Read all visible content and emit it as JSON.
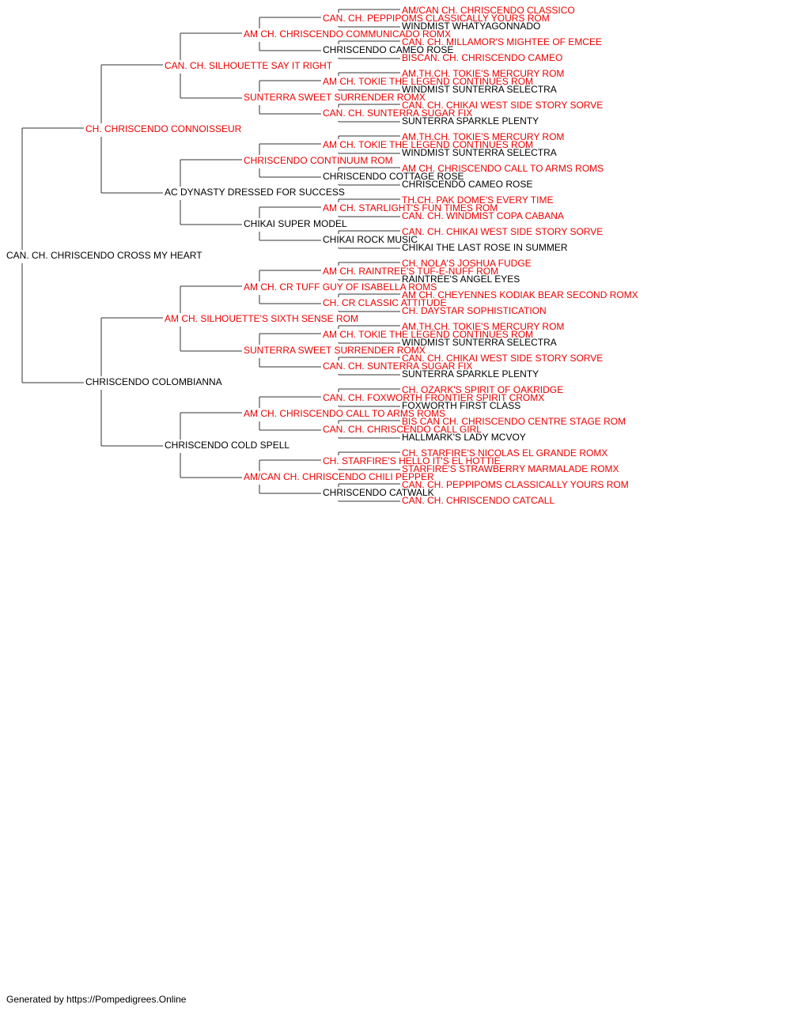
{
  "colors": {
    "titled": "#ee0000",
    "untitled": "#000000",
    "lines": "#333333"
  },
  "footer": "Generated by https://Pompedigrees.Online",
  "tree": {
    "name": "CAN. CH. CHRISCENDO CROSS MY HEART",
    "titled": false,
    "sire": {
      "name": "CH. CHRISCENDO CONNOISSEUR",
      "titled": true,
      "sire": {
        "name": "CAN. CH. SILHOUETTE SAY IT RIGHT",
        "titled": true,
        "sire": {
          "name": "AM CH. CHRISCENDO COMMUNICADO ROMX",
          "titled": true,
          "sire": {
            "name": "CAN. CH. PEPPIPOMS CLASSICALLY YOURS ROM",
            "titled": true,
            "sire": {
              "name": "AM/CAN CH. CHRISCENDO CLASSICO",
              "titled": true
            },
            "dam": {
              "name": "WINDMIST WHATYAGONNADO",
              "titled": false
            }
          },
          "dam": {
            "name": "CHRISCENDO CAMEO ROSE",
            "titled": false,
            "sire": {
              "name": "CAN. CH. MILLAMOR'S MIGHTEE OF EMCEE",
              "titled": true
            },
            "dam": {
              "name": "BISCAN. CH. CHRISCENDO CAMEO",
              "titled": true
            }
          }
        },
        "dam": {
          "name": "SUNTERRA SWEET SURRENDER ROMX",
          "titled": true,
          "sire": {
            "name": "AM CH. TOKIE THE LEGEND CONTINUES ROM",
            "titled": true,
            "sire": {
              "name": "AM.TH.CH. TOKIE'S MERCURY ROM",
              "titled": true
            },
            "dam": {
              "name": "WINDMIST SUNTERRA SELECTRA",
              "titled": false
            }
          },
          "dam": {
            "name": "CAN. CH. SUNTERRA SUGAR FIX",
            "titled": true,
            "sire": {
              "name": "CAN. CH. CHIKAI WEST SIDE STORY SORVE",
              "titled": true
            },
            "dam": {
              "name": "SUNTERRA SPARKLE PLENTY",
              "titled": false
            }
          }
        }
      },
      "dam": {
        "name": "AC DYNASTY DRESSED FOR SUCCESS",
        "titled": false,
        "sire": {
          "name": "CHRISCENDO CONTINUUM ROM",
          "titled": true,
          "sire": {
            "name": "AM CH. TOKIE THE LEGEND CONTINUES ROM",
            "titled": true,
            "sire": {
              "name": "AM.TH.CH. TOKIE'S MERCURY ROM",
              "titled": true
            },
            "dam": {
              "name": "WINDMIST SUNTERRA SELECTRA",
              "titled": false
            }
          },
          "dam": {
            "name": "CHRISCENDO COTTAGE ROSE",
            "titled": false,
            "sire": {
              "name": "AM CH. CHRISCENDO CALL TO ARMS ROMS",
              "titled": true
            },
            "dam": {
              "name": "CHRISCENDO CAMEO ROSE",
              "titled": false
            }
          }
        },
        "dam": {
          "name": "CHIKAI SUPER MODEL",
          "titled": false,
          "sire": {
            "name": "AM CH. STARLIGHT'S FUN TIMES ROM",
            "titled": true,
            "sire": {
              "name": "TH.CH. PAK DOME'S EVERY TIME",
              "titled": true
            },
            "dam": {
              "name": "CAN. CH. WINDMIST COPA CABANA",
              "titled": true
            }
          },
          "dam": {
            "name": "CHIKAI ROCK MUSIC",
            "titled": false,
            "sire": {
              "name": "CAN. CH. CHIKAI WEST SIDE STORY SORVE",
              "titled": true
            },
            "dam": {
              "name": "CHIKAI THE LAST ROSE IN SUMMER",
              "titled": false
            }
          }
        }
      }
    },
    "dam": {
      "name": "CHRISCENDO COLOMBIANNA",
      "titled": false,
      "sire": {
        "name": "AM CH. SILHOUETTE'S SIXTH SENSE ROM",
        "titled": true,
        "sire": {
          "name": "AM CH. CR TUFF GUY OF ISABELLA ROMS",
          "titled": true,
          "sire": {
            "name": "AM CH. RAINTREE'S TUF-E-NUFF ROM",
            "titled": true,
            "sire": {
              "name": "CH. NOLA'S JOSHUA FUDGE",
              "titled": true
            },
            "dam": {
              "name": "RAINTREE'S ANGEL EYES",
              "titled": false
            }
          },
          "dam": {
            "name": "CH. CR CLASSIC ATTITUDE",
            "titled": true,
            "sire": {
              "name": "AM CH. CHEYENNES KODIAK BEAR SECOND ROMX",
              "titled": true
            },
            "dam": {
              "name": "CH. DAYSTAR SOPHISTICATION",
              "titled": true
            }
          }
        },
        "dam": {
          "name": "SUNTERRA SWEET SURRENDER ROMX",
          "titled": true,
          "sire": {
            "name": "AM CH. TOKIE THE LEGEND CONTINUES ROM",
            "titled": true,
            "sire": {
              "name": "AM.TH.CH. TOKIE'S MERCURY ROM",
              "titled": true
            },
            "dam": {
              "name": "WINDMIST SUNTERRA SELECTRA",
              "titled": false
            }
          },
          "dam": {
            "name": "CAN. CH. SUNTERRA SUGAR FIX",
            "titled": true,
            "sire": {
              "name": "CAN. CH. CHIKAI WEST SIDE STORY SORVE",
              "titled": true
            },
            "dam": {
              "name": "SUNTERRA SPARKLE PLENTY",
              "titled": false
            }
          }
        }
      },
      "dam": {
        "name": "CHRISCENDO COLD SPELL",
        "titled": false,
        "sire": {
          "name": "AM CH. CHRISCENDO CALL TO ARMS ROMS",
          "titled": true,
          "sire": {
            "name": "CAN. CH. FOXWORTH FRONTIER SPIRIT CROMX",
            "titled": true,
            "sire": {
              "name": "CH. OZARK'S SPIRIT OF OAKRIDGE",
              "titled": true
            },
            "dam": {
              "name": "FOXWORTH FIRST CLASS",
              "titled": false
            }
          },
          "dam": {
            "name": "CAN. CH. CHRISCENDO CALL GIRL",
            "titled": true,
            "sire": {
              "name": "BIS CAN CH. CHRISCENDO CENTRE STAGE ROM",
              "titled": true
            },
            "dam": {
              "name": "HALLMARK'S LADY MCVOY",
              "titled": false
            }
          }
        },
        "dam": {
          "name": "AM/CAN CH. CHRISCENDO CHILI PEPPER",
          "titled": true,
          "sire": {
            "name": "CH. STARFIRE'S HELLO IT'S EL HOTTIE",
            "titled": true,
            "sire": {
              "name": "CH. STARFIRE'S NICOLAS EL GRANDE ROMX",
              "titled": true
            },
            "dam": {
              "name": "STARFIRE'S STRAWBERRY MARMALADE ROMX",
              "titled": true
            }
          },
          "dam": {
            "name": "CHRISCENDO CATWALK",
            "titled": false,
            "sire": {
              "name": "CAN. CH. PEPPIPOMS CLASSICALLY YOURS ROM",
              "titled": true
            },
            "dam": {
              "name": "CAN. CH. CHRISCENDO CATCALL",
              "titled": true
            }
          }
        }
      }
    }
  }
}
